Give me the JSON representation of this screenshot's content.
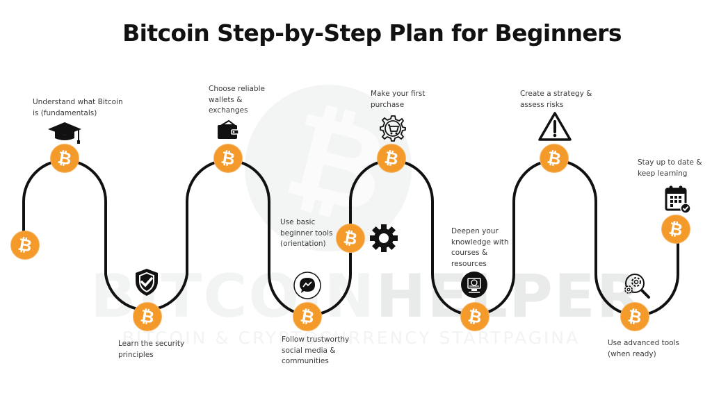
{
  "title": "Bitcoin Step-by-Step Plan for Beginners",
  "watermark": {
    "main_light": "BITCOIN",
    "main_dark": "HELPER",
    "sub": "BITCOIN & CRYPTOCURRENCY STARTPAGINA"
  },
  "colors": {
    "coin": "#f39a2b",
    "path": "#111111",
    "text": "#3a3a3a",
    "title": "#111111"
  },
  "coin_symbol": "₿",
  "steps": [
    {
      "label_lines": [
        "Understand what Bitcoin",
        "is (fundamentals)"
      ],
      "icon": "graduation-cap-icon"
    },
    {
      "label_lines": [
        "Learn the security",
        "principles"
      ],
      "icon": "shield-check-icon"
    },
    {
      "label_lines": [
        "Choose reliable",
        "wallets &",
        "exchanges"
      ],
      "icon": "wallet-icon"
    },
    {
      "label_lines": [
        "Follow trustworthy",
        "social media &",
        "communities"
      ],
      "icon": "messenger-icon"
    },
    {
      "label_lines": [
        "Use basic",
        "beginner tools",
        "(orientation)"
      ],
      "icon": "gear-icon"
    },
    {
      "label_lines": [
        "Make your first",
        "purchase"
      ],
      "icon": "cart-gear-icon"
    },
    {
      "label_lines": [
        "Deepen your",
        "knowledge with",
        "courses &",
        "resources"
      ],
      "icon": "computer-course-icon"
    },
    {
      "label_lines": [
        "Create a strategy &",
        "assess risks"
      ],
      "icon": "warning-icon"
    },
    {
      "label_lines": [
        "Use advanced tools",
        "(when ready)"
      ],
      "icon": "gear-search-icon"
    },
    {
      "label_lines": [
        "Stay up to date &",
        "keep learning"
      ],
      "icon": "calendar-check-icon"
    }
  ]
}
